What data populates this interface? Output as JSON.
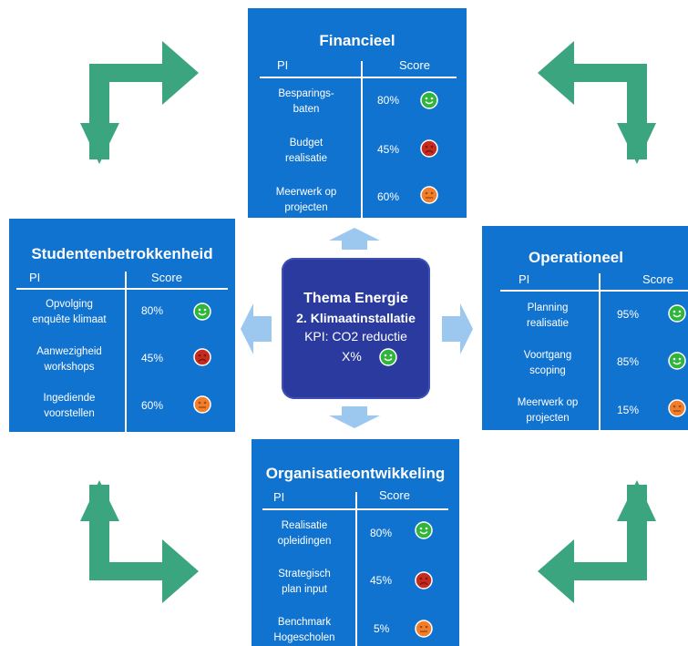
{
  "colors": {
    "panel": "#1173d0",
    "center": "#2a3a9e",
    "arrow_green": "#3aa57f",
    "arrow_light": "#9cc8ef",
    "face_green": "#2fb53a",
    "face_red": "#c62b1e",
    "face_orange": "#f07e2a"
  },
  "center": {
    "title": "Thema Energie",
    "subtitle": "2. Klimaatinstallatie",
    "kpi": "KPI: CO2 reductie",
    "value": "X%",
    "face": "happy-green"
  },
  "panels": {
    "financieel": {
      "title": "Financieel",
      "col_pi": "PI",
      "col_score": "Score",
      "rows": [
        {
          "label": "Besparings-\nbaten",
          "score": "80%",
          "face": "happy-green"
        },
        {
          "label": "Budget\nrealisatie",
          "score": "45%",
          "face": "sad-red"
        },
        {
          "label": "Meerwerk op\nprojecten",
          "score": "60%",
          "face": "neutral-orange"
        }
      ]
    },
    "studenten": {
      "title": "Studentenbetrokkenheid",
      "col_pi": "PI",
      "col_score": "Score",
      "rows": [
        {
          "label": "Opvolging\nenquête klimaat",
          "score": "80%",
          "face": "happy-green"
        },
        {
          "label": "Aanwezigheid\nworkshops",
          "score": "45%",
          "face": "sad-red"
        },
        {
          "label": "Ingediende\nvoorstellen",
          "score": "60%",
          "face": "neutral-orange"
        }
      ]
    },
    "operationeel": {
      "title": "Operationeel",
      "col_pi": "PI",
      "col_score": "Score",
      "rows": [
        {
          "label": "Planning\nrealisatie",
          "score": "95%",
          "face": "happy-green"
        },
        {
          "label": "Voortgang\nscoping",
          "score": "85%",
          "face": "happy-green"
        },
        {
          "label": "Meerwerk op\nprojecten",
          "score": "15%",
          "face": "neutral-orange"
        }
      ]
    },
    "organisatie": {
      "title": "Organisatieontwikkeling",
      "col_pi": "PI",
      "col_score": "Score",
      "rows": [
        {
          "label": "Realisatie\nopleidingen",
          "score": "80%",
          "face": "happy-green"
        },
        {
          "label": "Strategisch\nplan input",
          "score": "45%",
          "face": "sad-red"
        },
        {
          "label": "Benchmark\nHogescholen",
          "score": "5%",
          "face": "neutral-orange"
        }
      ]
    }
  }
}
